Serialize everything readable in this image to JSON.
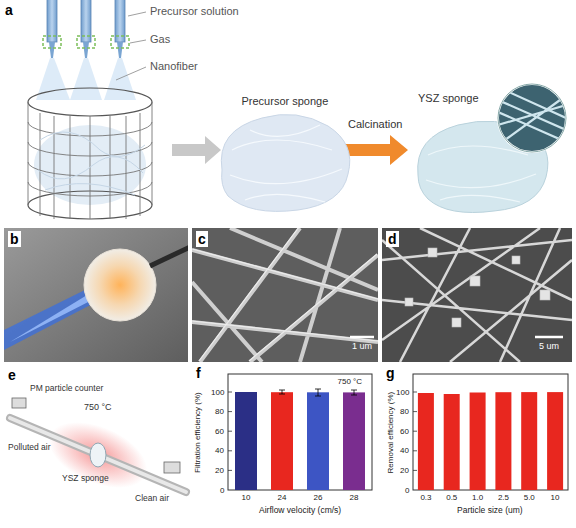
{
  "diagram": {
    "labels": [
      "a",
      "Precursor solution",
      "Gas",
      "Nanofiber",
      "Precursor sponge",
      "Calcination",
      "YSZ sponge",
      "b",
      "c",
      "1 um",
      "d",
      "5 um",
      "e",
      "PM particle counter",
      "750 °C",
      "Polluted air",
      "YSZ sponge",
      "Clean air",
      "f",
      "Filtration efficiency (%)",
      "100",
      "80",
      "60",
      "40",
      "20",
      "0",
      "750 °C",
      "10",
      "24",
      "26",
      "28",
      "Airflow velocity (cm/s)",
      "g",
      "Removal efficiency (%)",
      "100",
      "80",
      "60",
      "40",
      "20",
      "0",
      "0.3",
      "0.5",
      "1.0",
      "2.5",
      "5.0",
      "10",
      "Particle size (um)"
    ]
  }
}
